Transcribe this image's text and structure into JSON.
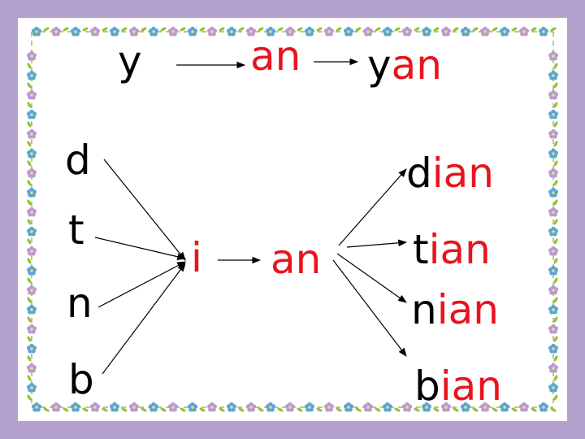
{
  "colors": {
    "background": "#b3a0cc",
    "panel": "#ffffff",
    "ink": "#000000",
    "accent": "#e8141e",
    "vine": "#9bbf3f",
    "flower_blue": "#5aa6d8",
    "flower_purple": "#b89ad6"
  },
  "top_row": {
    "initial": "y",
    "final": "an",
    "result": {
      "initial": "y",
      "final": "an"
    }
  },
  "initials": [
    "d",
    "t",
    "n",
    "b"
  ],
  "medial": "i",
  "final": "an",
  "results": [
    {
      "initial": "d",
      "medial": "i",
      "final": "an"
    },
    {
      "initial": "t",
      "medial": "i",
      "final": "an"
    },
    {
      "initial": "n",
      "medial": "i",
      "final": "an"
    },
    {
      "initial": "b",
      "medial": "i",
      "final": "an"
    }
  ],
  "decoration": {
    "border": "flower-vine-border"
  }
}
